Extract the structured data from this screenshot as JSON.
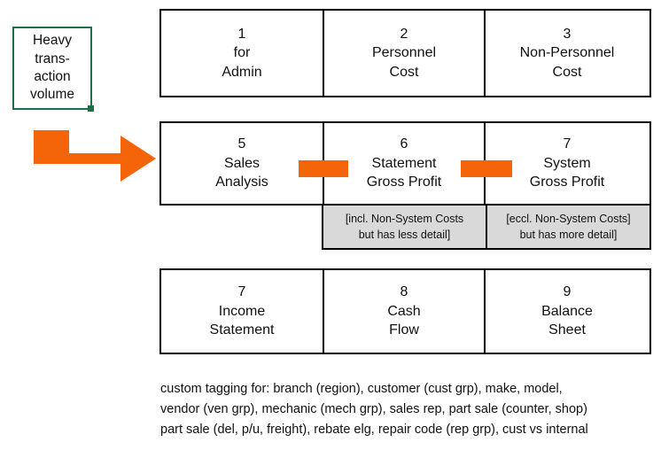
{
  "source_box": {
    "lines": [
      "Heavy",
      "trans-",
      "action",
      "volume"
    ],
    "border_color": "#1F6F45"
  },
  "arrow": {
    "name": "bent-arrow-right",
    "color": "#F4650A"
  },
  "connectors": {
    "color": "#F4650A",
    "items": [
      {
        "name": "connector-5-to-6"
      },
      {
        "name": "connector-6-to-7"
      }
    ]
  },
  "grids": [
    {
      "name": "grid-top",
      "cells": [
        {
          "num": "1",
          "line1": "for",
          "line2": "Admin"
        },
        {
          "num": "2",
          "line1": "Personnel",
          "line2": "Cost"
        },
        {
          "num": "3",
          "line1": "Non-Personnel",
          "line2": "Cost"
        }
      ]
    },
    {
      "name": "grid-middle",
      "cells": [
        {
          "num": "5",
          "line1": "Sales",
          "line2": "Analysis"
        },
        {
          "num": "6",
          "line1": "Statement",
          "line2": "Gross Profit"
        },
        {
          "num": "7",
          "line1": "System",
          "line2": "Gross Profit"
        }
      ]
    },
    {
      "name": "grid-bottom",
      "cells": [
        {
          "num": "7",
          "line1": "Income",
          "line2": "Statement"
        },
        {
          "num": "8",
          "line1": "Cash",
          "line2": "Flow"
        },
        {
          "num": "9",
          "line1": "Balance",
          "line2": "Sheet"
        }
      ]
    }
  ],
  "notes": {
    "background": "#d9d9d9",
    "items": [
      {
        "line1": "[incl. Non-System Costs",
        "line2": "but has less detail]"
      },
      {
        "line1": "[eccl. Non-System Costs]",
        "line2": "but has more detail]"
      }
    ]
  },
  "footer": {
    "lines": [
      "custom tagging for: branch (region), customer (cust grp), make, model,",
      "vendor (ven grp), mechanic (mech grp), sales rep, part sale (counter, shop)",
      "part sale (del, p/u, freight), rebate elg, repair code (rep grp), cust vs internal"
    ]
  }
}
